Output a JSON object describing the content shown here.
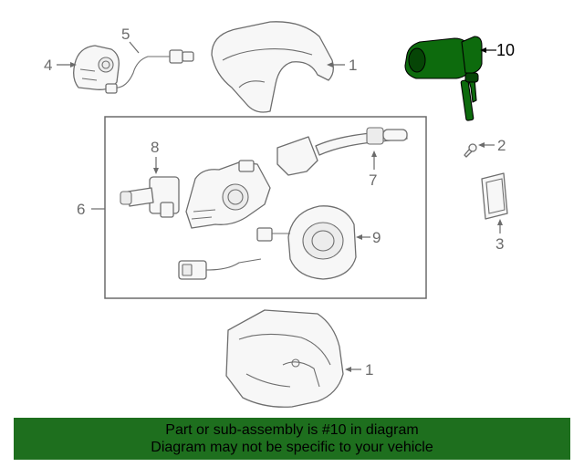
{
  "callouts": {
    "c1_top": "1",
    "c1_bottom": "1",
    "c2": "2",
    "c3": "3",
    "c4": "4",
    "c5": "5",
    "c6": "6",
    "c7": "7",
    "c8": "8",
    "c9": "9",
    "c10": "10"
  },
  "banner": {
    "line1": "Part or sub-assembly is #10 in diagram",
    "line2": "Diagram may not be specific to your vehicle"
  },
  "colors": {
    "highlight": "#0d6b0d",
    "banner": "#1e6f1e"
  }
}
